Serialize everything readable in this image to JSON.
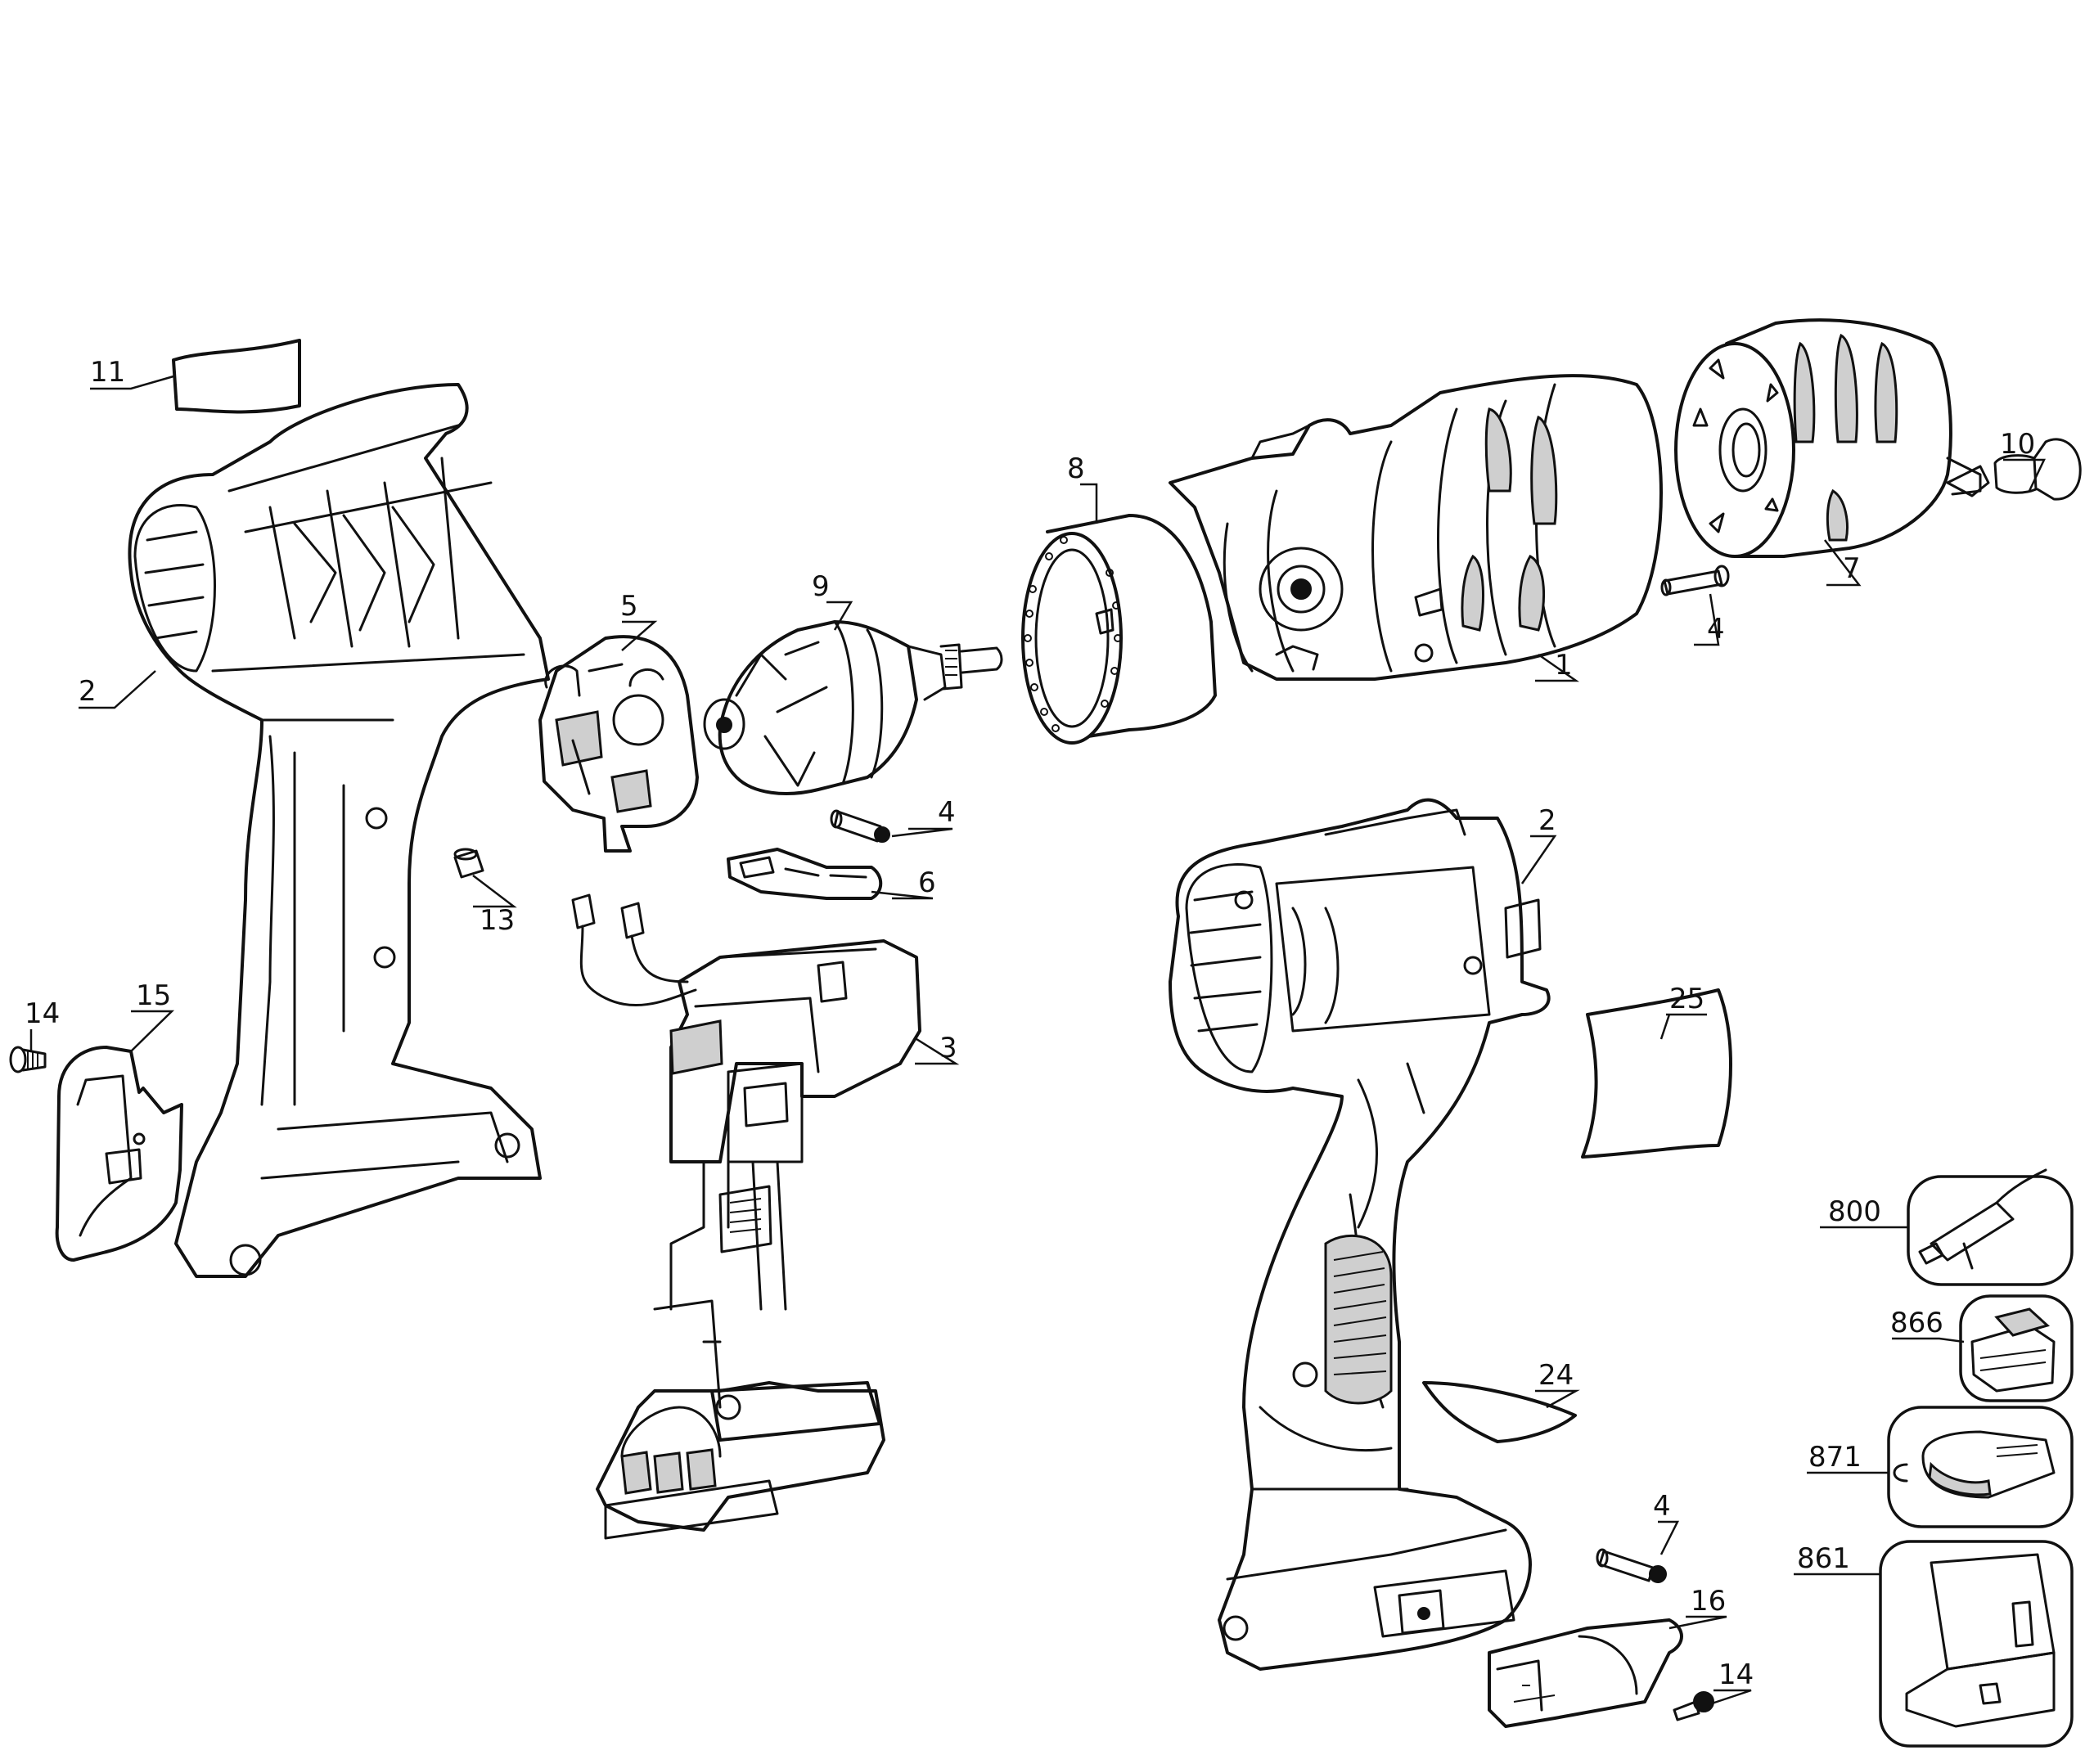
{
  "diagram": {
    "callouts": {
      "c1": "1",
      "c2a": "2",
      "c2b": "2",
      "c3": "3",
      "c4a": "4",
      "c4b": "4",
      "c4c": "4",
      "c5": "5",
      "c6": "6",
      "c7": "7",
      "c8": "8",
      "c9": "9",
      "c10": "10",
      "c11": "11",
      "c13": "13",
      "c14a": "14",
      "c14b": "14",
      "c15": "15",
      "c16": "16",
      "c24": "24",
      "c25": "25",
      "c800": "800",
      "c866": "866",
      "c871": "871",
      "c861": "861"
    }
  }
}
